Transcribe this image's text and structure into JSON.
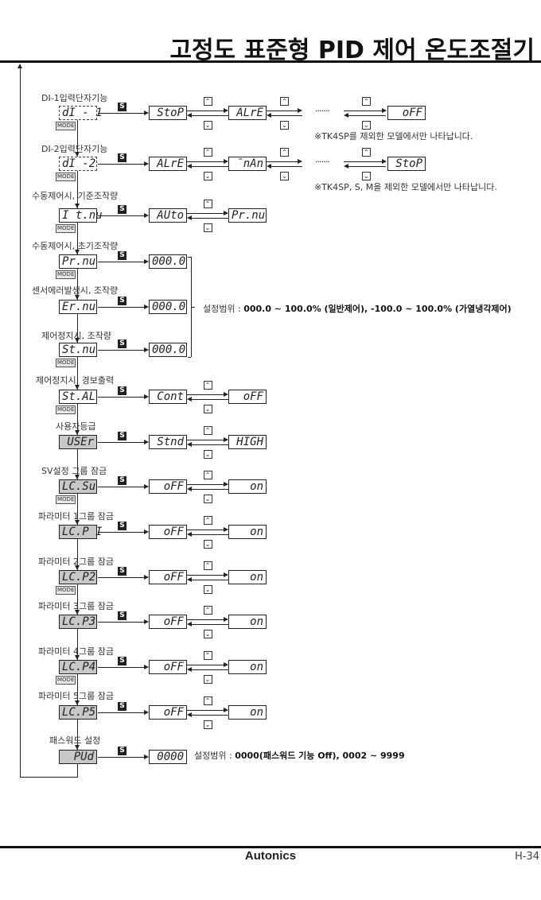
{
  "header": {
    "title": "고정도 표준형 PID 제어 온도조절기"
  },
  "icons": {
    "set_key": "S",
    "mode_key": "MODE",
    "up_key": "up-arrow-icon",
    "down_key": "down-arrow-icon"
  },
  "dots": "·······",
  "rows": [
    {
      "label": "DI-1입력단자기능",
      "param": "dI - 1",
      "values": [
        "StoP",
        "ALrE",
        "oFF"
      ],
      "ellipsis": true,
      "note": "※TK4SP를 제외한 모델에서만 나타납니다.",
      "mode": true,
      "style": "dash"
    },
    {
      "label": "DI-2입력단자기능",
      "param": "dI -2",
      "values": [
        "ALrE",
        "̄nAn",
        "StoP"
      ],
      "ellipsis": true,
      "note": "※TK4SP, S, M을 제외한 모델에서만 나타납니다.",
      "mode": true,
      "style": "dash"
    },
    {
      "label": "수동제어시, 기준조작량",
      "param": "I t.nu",
      "values": [
        "AUto",
        "Pr.nu"
      ],
      "mode": true
    },
    {
      "label": "수동제어시, 초기조작량",
      "param": "Pr.nu",
      "values": [
        "000.0"
      ],
      "mode": true
    },
    {
      "label": "센서에러발생시, 조작량",
      "param": "Er.nu",
      "values": [
        "000.0"
      ],
      "mode": false
    },
    {
      "label": "제어정지시, 조작량",
      "param": "St.nu",
      "values": [
        "000.0"
      ],
      "mode": true
    },
    {
      "label": "제어정지시, 경보출력",
      "param": "St.AL",
      "values": [
        "Cont",
        "oFF"
      ],
      "mode": true
    },
    {
      "label": "사용자등급",
      "param": "USEr",
      "values": [
        "Stnd",
        "HIGH"
      ],
      "mode": false,
      "style": "gray"
    },
    {
      "label": "SV설정 그룹 잠금",
      "param": "LC.Su",
      "values": [
        "oFF",
        "on"
      ],
      "mode": true,
      "style": "gray"
    },
    {
      "label": "파라미터 1그룹 잠금",
      "param": "LC.P I",
      "values": [
        "oFF",
        "on"
      ],
      "mode": false,
      "style": "gray"
    },
    {
      "label": "파라미터 2그룹 잠금",
      "param": "LC.P2",
      "values": [
        "oFF",
        "on"
      ],
      "mode": true,
      "style": "gray"
    },
    {
      "label": "파라미터 3그룹 잠금",
      "param": "LC.P3",
      "values": [
        "oFF",
        "on"
      ],
      "mode": false,
      "style": "gray"
    },
    {
      "label": "파라미터 4그룹 잠금",
      "param": "LC.P4",
      "values": [
        "oFF",
        "on"
      ],
      "mode": true,
      "style": "gray"
    },
    {
      "label": "파라미터 5그룹 잠금",
      "param": "LC.P5",
      "values": [
        "oFF",
        "on"
      ],
      "mode": false,
      "style": "gray"
    },
    {
      "label": "패스워드 설정",
      "param": "PUd",
      "values": [
        "0000"
      ],
      "mode": false,
      "style": "gray"
    }
  ],
  "ranges": {
    "manipulation": {
      "label": "설정범위 : ",
      "value": "000.0 ~ 100.0% (일반제어), -100.0 ~ 100.0% (가열냉각제어)"
    },
    "password": {
      "label": "설정범위 : ",
      "value": "0000(패스워드 기능 Off), 0002 ~ 9999"
    }
  },
  "footer": {
    "brand": "Autonics",
    "page": "H-34"
  }
}
